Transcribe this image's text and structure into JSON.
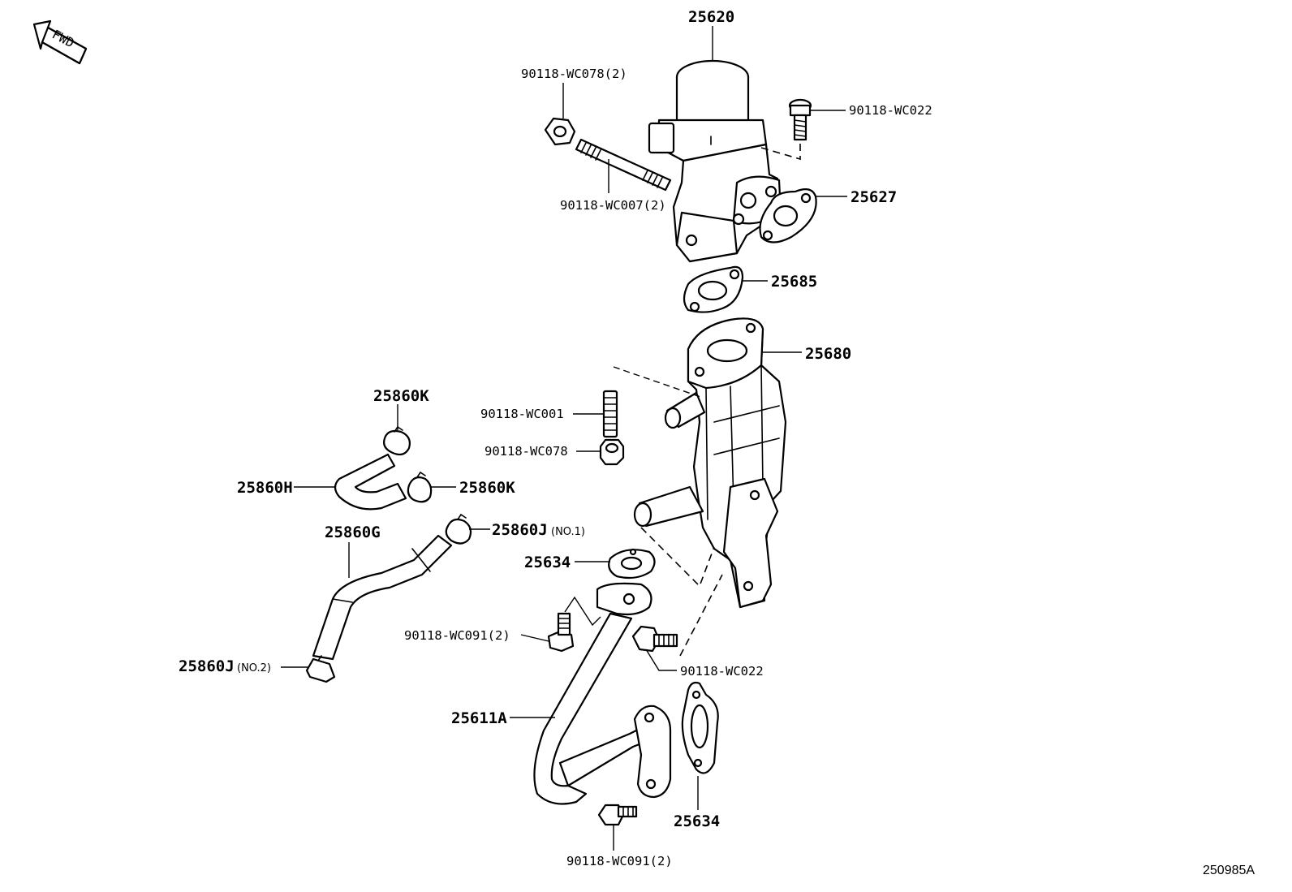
{
  "diagram": {
    "direction_indicator": "FWD",
    "reference_code": "250985A",
    "labels": {
      "egr_valve": "25620",
      "nut_top": "90118-WC078(2)",
      "bolt_top": "90118-WC022",
      "stud_top": "90118-WC007(2)",
      "gasket_valve": "25627",
      "gasket_cooler_top": "25685",
      "egr_cooler": "25680",
      "stud_mid": "90118-WC001",
      "nut_mid": "90118-WC078",
      "clamp_k_top": "25860K",
      "hose_h": "25860H",
      "clamp_k_right": "25860K",
      "clamp_j1": "25860J",
      "clamp_j1_note": "(NO.1)",
      "hose_g": "25860G",
      "gasket_pipe_top": "25634",
      "bolt_pipe_left": "90118-WC091(2)",
      "bolt_pipe_right": "90118-WC022",
      "clamp_j2": "25860J",
      "clamp_j2_note": "(NO.2)",
      "egr_pipe": "25611A",
      "gasket_pipe_bottom": "25634",
      "bolt_pipe_bottom": "90118-WC091(2)"
    }
  }
}
